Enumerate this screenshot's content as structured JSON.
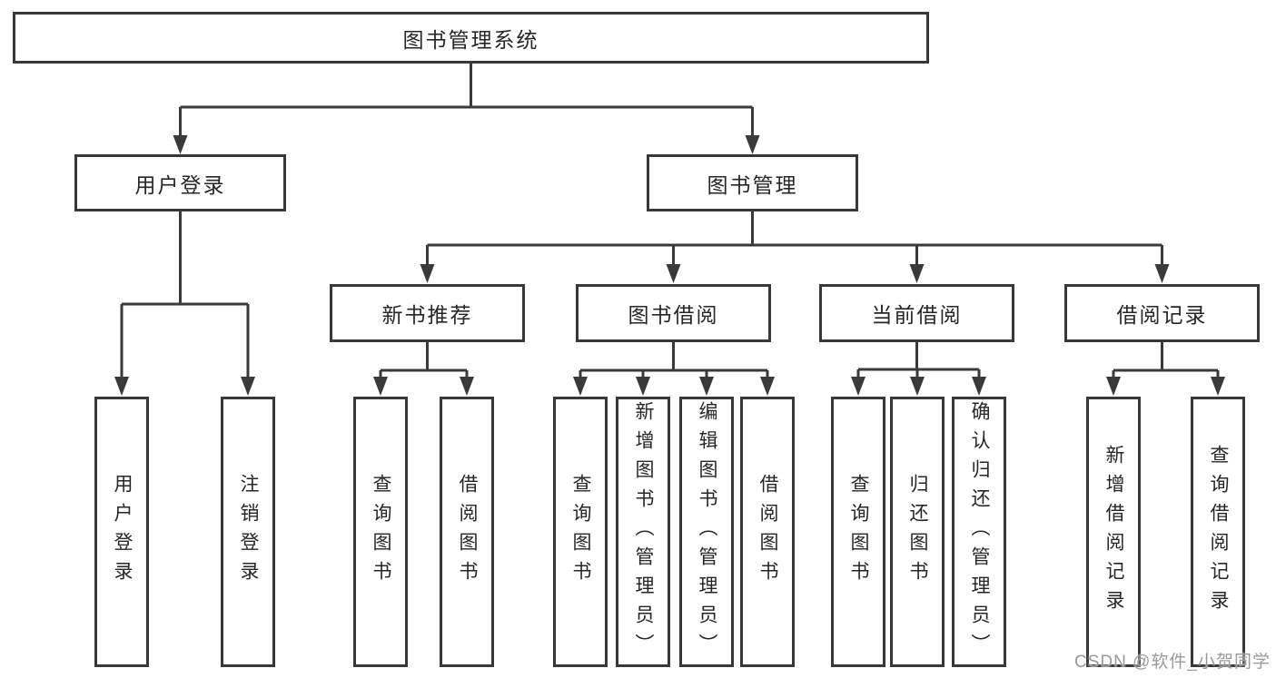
{
  "diagram": {
    "root": {
      "label": "图书管理系统"
    },
    "level2": [
      {
        "id": "user-login",
        "label": "用户登录"
      },
      {
        "id": "book-management",
        "label": "图书管理"
      }
    ],
    "level3": [
      {
        "id": "new-book-recommendation",
        "label": "新书推荐",
        "parent": "图书管理"
      },
      {
        "id": "book-borrowing",
        "label": "图书借阅",
        "parent": "图书管理"
      },
      {
        "id": "current-borrowing",
        "label": "当前借阅",
        "parent": "图书管理"
      },
      {
        "id": "borrowing-records",
        "label": "借阅记录",
        "parent": "图书管理"
      }
    ],
    "leaves": [
      {
        "id": "user-login",
        "label": "用户登录",
        "parent": "用户登录"
      },
      {
        "id": "logout",
        "label": "注销登录",
        "parent": "用户登录"
      },
      {
        "id": "query-books-recommend",
        "label": "查询图书",
        "parent": "新书推荐"
      },
      {
        "id": "borrow-books-recommend",
        "label": "借阅图书",
        "parent": "新书推荐"
      },
      {
        "id": "query-books-borrow",
        "label": "查询图书",
        "parent": "图书借阅"
      },
      {
        "id": "add-book-admin",
        "label": "新增图书（管理员）",
        "parent": "图书借阅"
      },
      {
        "id": "edit-book-admin",
        "label": "编辑图书（管理员）",
        "parent": "图书借阅"
      },
      {
        "id": "borrow-books-borrow",
        "label": "借阅图书",
        "parent": "图书借阅"
      },
      {
        "id": "query-books-current",
        "label": "查询图书",
        "parent": "当前借阅"
      },
      {
        "id": "return-books",
        "label": "归还图书",
        "parent": "当前借阅"
      },
      {
        "id": "confirm-return-admin",
        "label": "确认归还（管理员）",
        "parent": "当前借阅"
      },
      {
        "id": "add-borrow-record",
        "label": "新增借阅记录",
        "parent": "借阅记录"
      },
      {
        "id": "query-borrow-record",
        "label": "查询借阅记录",
        "parent": "借阅记录"
      }
    ]
  },
  "watermark": {
    "text": "CSDN @软件_小贺同学"
  },
  "colors": {
    "line": "#3a3a3a",
    "box_border": "#383838",
    "text": "#262626",
    "watermark": "#9a9a9a",
    "background": "#ffffff"
  }
}
